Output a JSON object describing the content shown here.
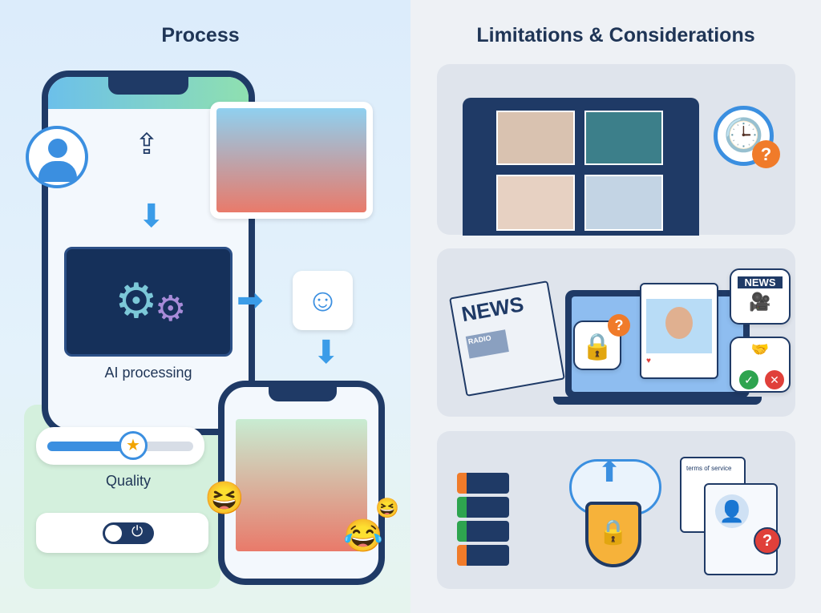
{
  "left": {
    "title": "Process",
    "ai_label": "AI processing",
    "quality_label": "Quality"
  },
  "right": {
    "title": "Limitations & Considerations",
    "newspaper_headline": "NEWS",
    "newspaper_subhead": "RADIO",
    "bubble_news": "NEWS",
    "tos_label": "terms of service"
  },
  "colors": {
    "navy": "#1f3a66",
    "accent_blue": "#3b8fe0",
    "orange": "#f07b2a",
    "green": "#2ea44f",
    "red": "#e0403a"
  }
}
